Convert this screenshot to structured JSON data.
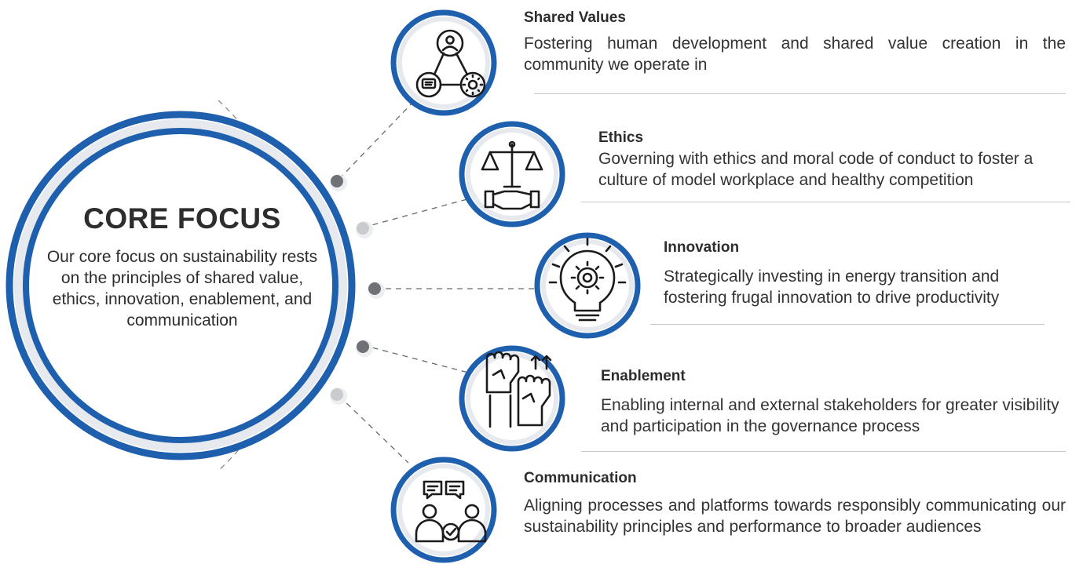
{
  "colors": {
    "accent_blue": "#1e5fae",
    "ring_light": "#e6e9ee",
    "dot_dark": "#6f7176",
    "dot_light": "#c9cbcf",
    "text": "#2d2d2d",
    "divider": "#c8c8c8"
  },
  "core": {
    "title": "CORE FOCUS",
    "text": "Our core focus on sustainability rests on the principles of shared value, ethics, innovation, enablement, and communication"
  },
  "items": [
    {
      "title": "Shared Values",
      "text": "Fostering human development and shared value creation in the community we operate in",
      "icon": "network-people-chat-gear-icon"
    },
    {
      "title": "Ethics",
      "text": "Governing with ethics and moral code of conduct to foster a culture of model workplace and healthy competition",
      "icon": "scales-handshake-icon"
    },
    {
      "title": "Innovation",
      "text": "Strategically investing in energy transition and fostering frugal innovation to drive productivity",
      "icon": "lightbulb-gear-icon"
    },
    {
      "title": "Enablement",
      "text": "Enabling internal and external stakeholders for greater visibility and participation in the governance process",
      "icon": "raised-fists-icon"
    },
    {
      "title": "Communication",
      "text": "Aligning processes and platforms towards responsibly communicating our sustainability principles and performance to broader audiences",
      "icon": "people-speech-bubbles-icon"
    }
  ]
}
